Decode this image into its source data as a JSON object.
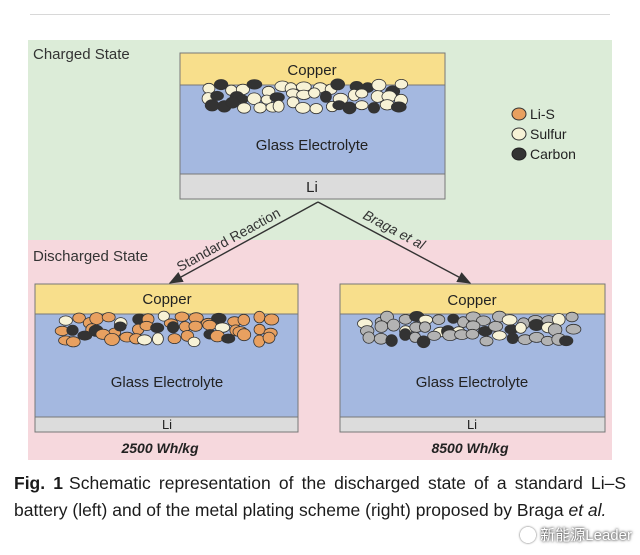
{
  "diagram": {
    "charged_state_label": "Charged State",
    "discharged_state_label": "Discharged State",
    "top_cell": {
      "collector": "Copper",
      "electrolyte": "Glass Electrolyte",
      "anode": "Li"
    },
    "left_cell": {
      "collector": "Copper",
      "electrolyte": "Glass Electrolyte",
      "anode": "Li",
      "energy": "2500 Wh/kg"
    },
    "right_cell": {
      "collector": "Copper",
      "electrolyte": "Glass Electrolyte",
      "anode": "Li",
      "energy": "8500 Wh/kg"
    },
    "arrow_left_label": "Standard Reaction",
    "arrow_right_label": "Braga et al",
    "legend": [
      {
        "label": "Li-S",
        "color": "#e8a060"
      },
      {
        "label": "Sulfur",
        "color": "#f7f2d6"
      },
      {
        "label": "Carbon",
        "color": "#333333"
      }
    ],
    "colors": {
      "charged_bg": "#dcecd8",
      "discharged_bg": "#f6d8dd",
      "copper": "#f8df8c",
      "electrolyte": "#a4b8e0",
      "lithium": "#dcdcdc",
      "plated_metal": "#b3b3b3"
    }
  },
  "caption": {
    "label": "Fig. 1",
    "text_1": "Schematic representation of the discharged state of a standard Li–S battery (left) and of the metal plating scheme (right) proposed by Braga ",
    "text_em": "et al.",
    "text_2": ""
  },
  "watermark": {
    "text": "新能源Leader"
  }
}
